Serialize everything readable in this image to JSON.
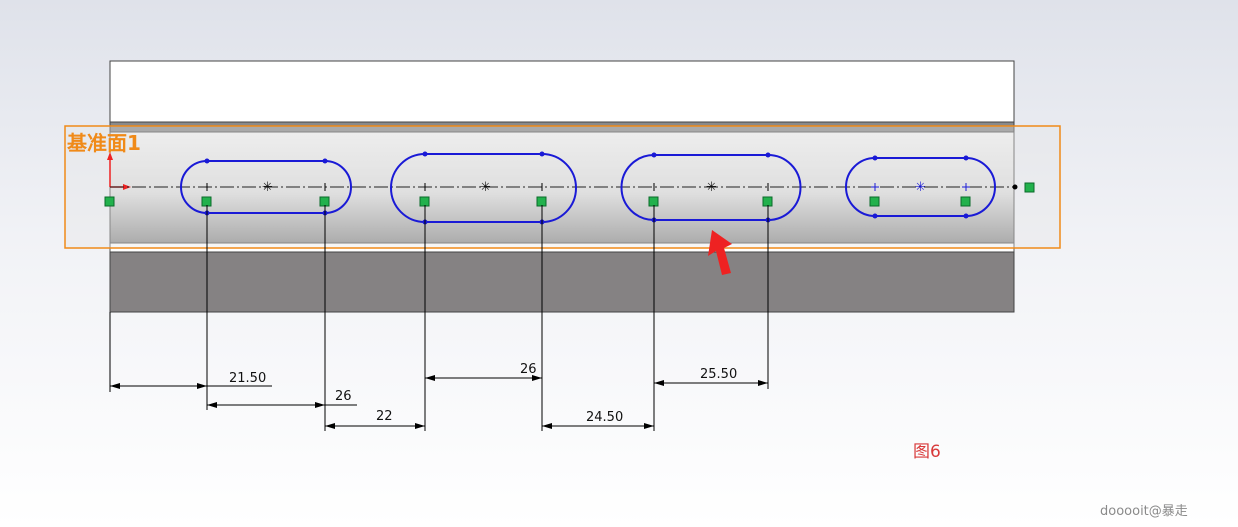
{
  "plane_label": "基准面1",
  "dimensions": {
    "d1": "21.50",
    "d2": "26",
    "d3": "22",
    "d4": "26",
    "d5": "24.50",
    "d6": "25.50"
  },
  "figure_label": "图6",
  "watermark": "dooooit@暴走",
  "colors": {
    "plane": "#f08a18",
    "sketch": "#1a1ad6",
    "constraint": "#22b14c",
    "arrow": "#ee2222"
  }
}
